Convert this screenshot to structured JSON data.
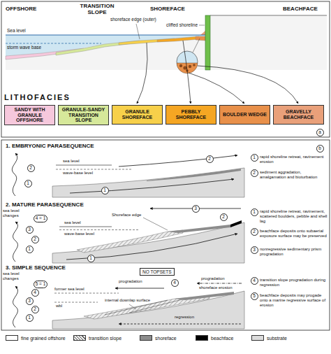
{
  "diagram": {
    "nodes": [
      {
        "text": [
          "SANDY WITH GRANULE OFFSHORE"
        ]
      },
      {
        "text": [
          "GRANULE-SANDY TRANSITION SLOPE"
        ]
      },
      {
        "text": [
          "GRANULE SHOREFACE"
        ]
      },
      {
        "text": [
          "PEBBLY SHOREFACE"
        ]
      },
      {
        "text": [
          "BOULDER WEDGE"
        ]
      },
      {
        "text": [
          "GRAVELLY BEACHFACE"
        ]
      },
      {
        "text": [
          "a"
        ]
      },
      {
        "text": [
          "b"
        ]
      },
      {
        "text": [
          "1"
        ]
      },
      {
        "text": [
          "2"
        ]
      },
      {
        "text": [
          "2"
        ]
      },
      {
        "text": [
          "1"
        ]
      },
      {
        "text": [
          "1"
        ]
      },
      {
        "text": [
          "2"
        ]
      },
      {
        "text": [
          "1"
        ]
      },
      {
        "text": [
          "2"
        ]
      },
      {
        "text": [
          "3"
        ]
      },
      {
        "text": [
          "4 = 1"
        ]
      },
      {
        "text": [
          "3"
        ]
      },
      {
        "text": [
          "1"
        ]
      },
      {
        "text": [
          "2"
        ]
      },
      {
        "text": [
          "1"
        ]
      },
      {
        "text": [
          "2"
        ]
      },
      {
        "text": [
          "3"
        ]
      },
      {
        "text": [
          "1"
        ]
      },
      {
        "text": [
          "2"
        ]
      },
      {
        "text": [
          "3"
        ]
      },
      {
        "text": [
          "4"
        ]
      },
      {
        "text": [
          "5 = 1"
        ]
      },
      {
        "text": [
          "NO TOPSETS"
        ]
      },
      {
        "text": [
          "4"
        ]
      },
      {
        "text": [
          "4"
        ]
      },
      {
        "text": [
          "5"
        ]
      }
    ],
    "labels": [
      "OFFSHORE",
      "TRANSITION SLOPE",
      "SHOREFACE",
      "BEACHFACE",
      "Sea level",
      "storm wave base",
      "shoreface edge (outer)",
      "cliffed shoreline",
      "LITHOFACIES",
      "1. EMBRYONIC PARASEQUENCE",
      "sea level",
      "wave-base level",
      "rapid shoreline retreat, ravinement erosion",
      "sediment aggradation, amalgamation and bioturbation",
      "2. MATURE PARASEQUENCE",
      "sea level changes",
      "Shoreface edge",
      "sea level",
      "wave-base level",
      "rapid shoreline retreat, ravinement, scattered boulders, pebble and shell lag",
      "beachface deposits onto subaerial exposure surface may be preserved",
      "nonregressive sedimentary prism progradation",
      "3. SIMPLE SEQUENCE",
      "sea level changes",
      "progradation",
      "shoreface erosion",
      "former sea level",
      "wbl",
      "internal downlap surface",
      "progradation",
      "regression",
      "transition slope progradation during regression",
      "beachface deposits may progade onto a marine regressive surface of erosion"
    ],
    "legend": [
      {
        "text": "fine grained offshore",
        "color": "#ffffff"
      },
      {
        "text": "transition slope"
      },
      {
        "text": "shoreface",
        "color": "#8c8c8c"
      },
      {
        "text": "beachface",
        "color": "#000000"
      },
      {
        "text": "substrate",
        "color": "#dcdcdc"
      }
    ]
  }
}
